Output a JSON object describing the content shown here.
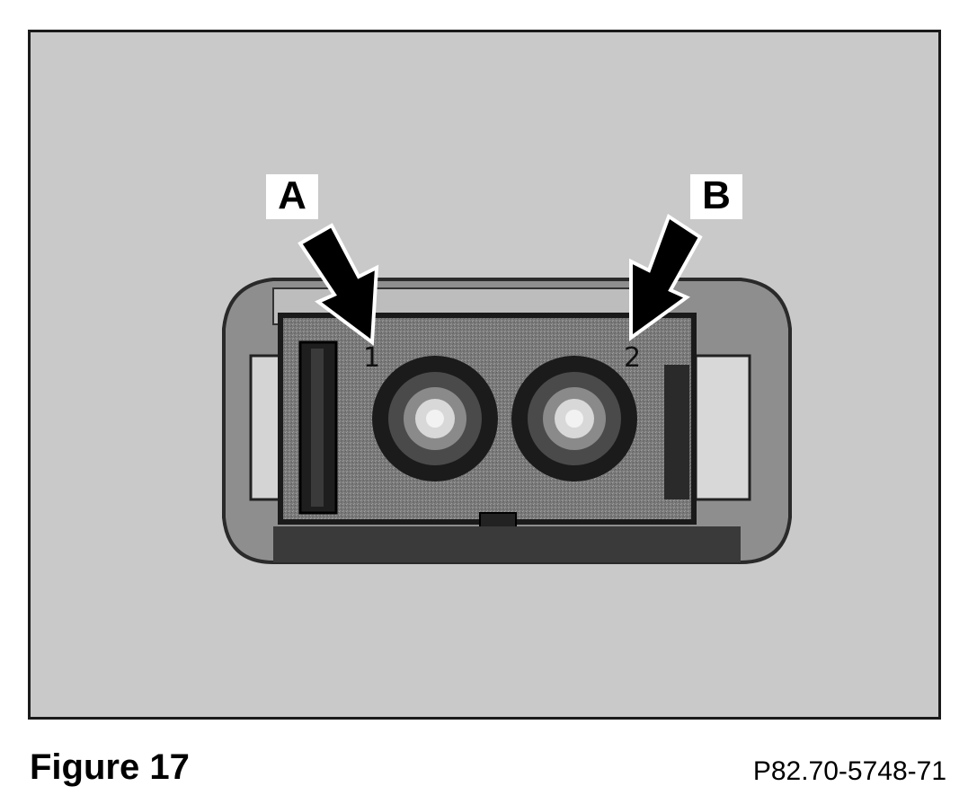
{
  "figure": {
    "caption": "Figure 17",
    "reference_code": "P82.70-5748-71"
  },
  "callouts": {
    "a": "A",
    "b": "B"
  },
  "pins": {
    "pin_1": "1",
    "pin_2": "2"
  },
  "colors": {
    "background": "#c9c9c9",
    "frame": "#1a1a1a",
    "connector_body": "#777777"
  }
}
